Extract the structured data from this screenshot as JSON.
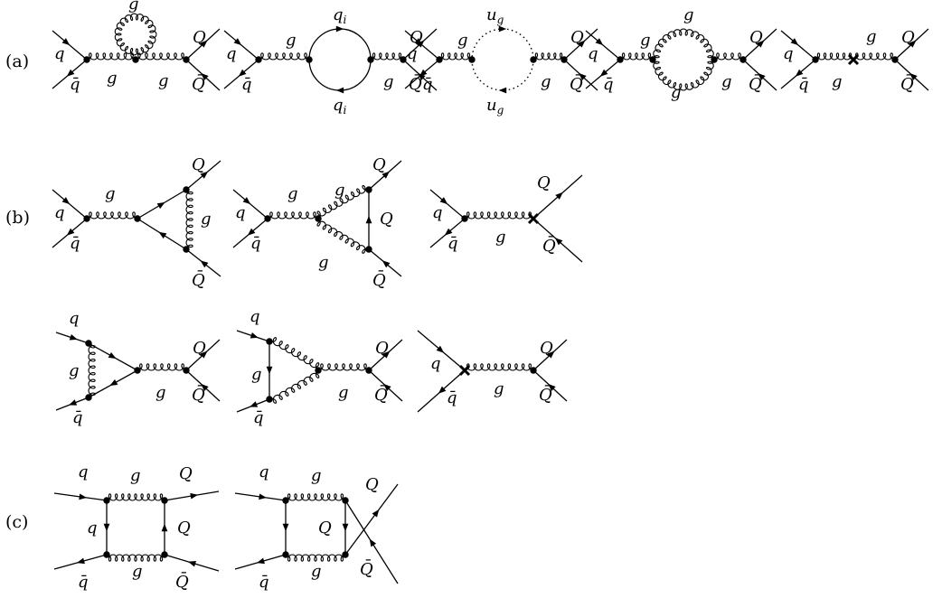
{
  "rows": {
    "a": "(a)",
    "b": "(b)",
    "c": "(c)"
  },
  "particles": {
    "quark": "q",
    "antiquark": "q̄",
    "gluon": "g",
    "heavy_quark": "Q",
    "heavy_antiquark": "Q̄",
    "light_quark_loop": "q",
    "light_quark_loop_sub": "i",
    "ghost": "u",
    "ghost_sub": "g"
  }
}
